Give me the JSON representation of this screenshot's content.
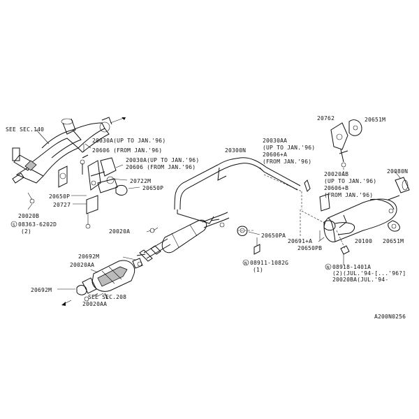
{
  "labels": {
    "see_sec_140": "SEE SEC.140",
    "p20030a_up": "20030A(UP TO JAN.'96)",
    "p20606_from": "20606  (FROM JAN.'96)",
    "p20030a_up2": "20030A(UP TO JAN.'96)",
    "p20606_from2": "20606  (FROM JAN.'96)",
    "p20722m": "20722M",
    "p20650p_a": "20650P",
    "p20650p_b": "20650P",
    "p20727": "20727",
    "p20020b": "20020B",
    "bolt_08363": "08363-6202D",
    "bolt_08363_qty": "(2)",
    "p20300n": "20300N",
    "p20030aa": "20030AA",
    "p20030aa_note": "(UP TO JAN.'96)",
    "p20606a": "20606+A",
    "p20606a_note": "(FROM JAN.'96)",
    "p20762": "20762",
    "p20651m_top": "20651M",
    "p20020ab": "20020AB",
    "p20020ab_note": "(UP TO JAN.'96)",
    "p20606b": "20606+B",
    "p20606b_note": "(FROM JAN.'96)",
    "p20080n": "20080N",
    "p20020a": "20020A",
    "p20650pa": "20650PA",
    "p20100": "20100",
    "p20651m_bot": "20651M",
    "p20691a": "20691+A",
    "p20650pb": "20650PB",
    "nut_08911": "08911-1082G",
    "nut_08911_qty": "(1)",
    "nut_08918": "08918-1401A",
    "nut_08918_note": "(2)(JUL.'94-[...'96?]",
    "p20020ba": "20020BA(JUL.'94-",
    "p20692m_top": "20692M",
    "p20020aa_top": "20020AA",
    "p20692m_bot": "20692M",
    "see_sec_208": "SEE SEC.208",
    "p20020aa_bot": "20020AA",
    "diagram_code": "A200N0256"
  }
}
